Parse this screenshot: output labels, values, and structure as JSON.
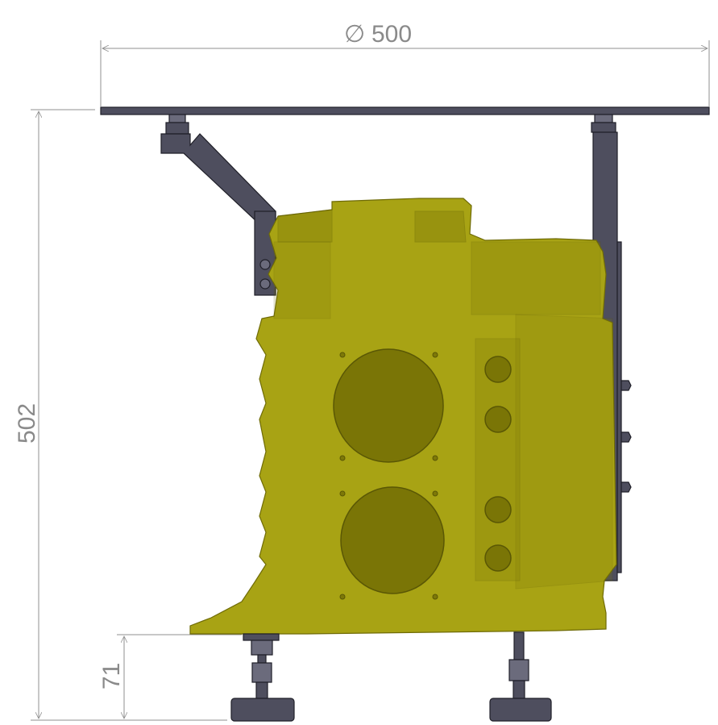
{
  "dimensions": {
    "top_diameter": {
      "symbol": "∅",
      "value": "500"
    },
    "overall_height": "502",
    "foot_height": "71"
  },
  "colors": {
    "engine_block": "#a8a314",
    "frame_steel": "#4e4e5e",
    "dimension_lines": "#8f8f8f"
  }
}
